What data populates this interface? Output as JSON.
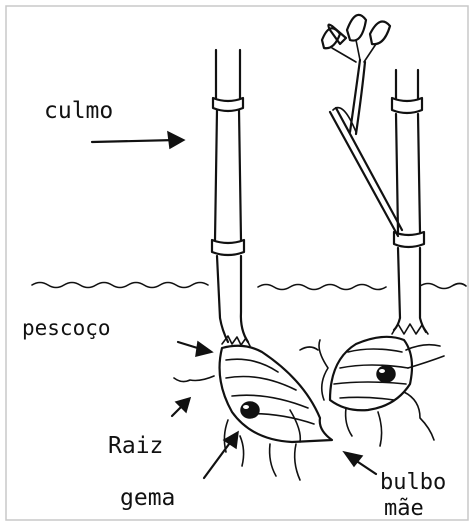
{
  "labels": {
    "culmo": "culmo",
    "pescoco": "pescoço",
    "raiz": "Raiz",
    "gema": "gema",
    "bulbo": "bulbo",
    "mae": "mãe"
  },
  "colors": {
    "ink": "#111111",
    "background": "#ffffff"
  }
}
